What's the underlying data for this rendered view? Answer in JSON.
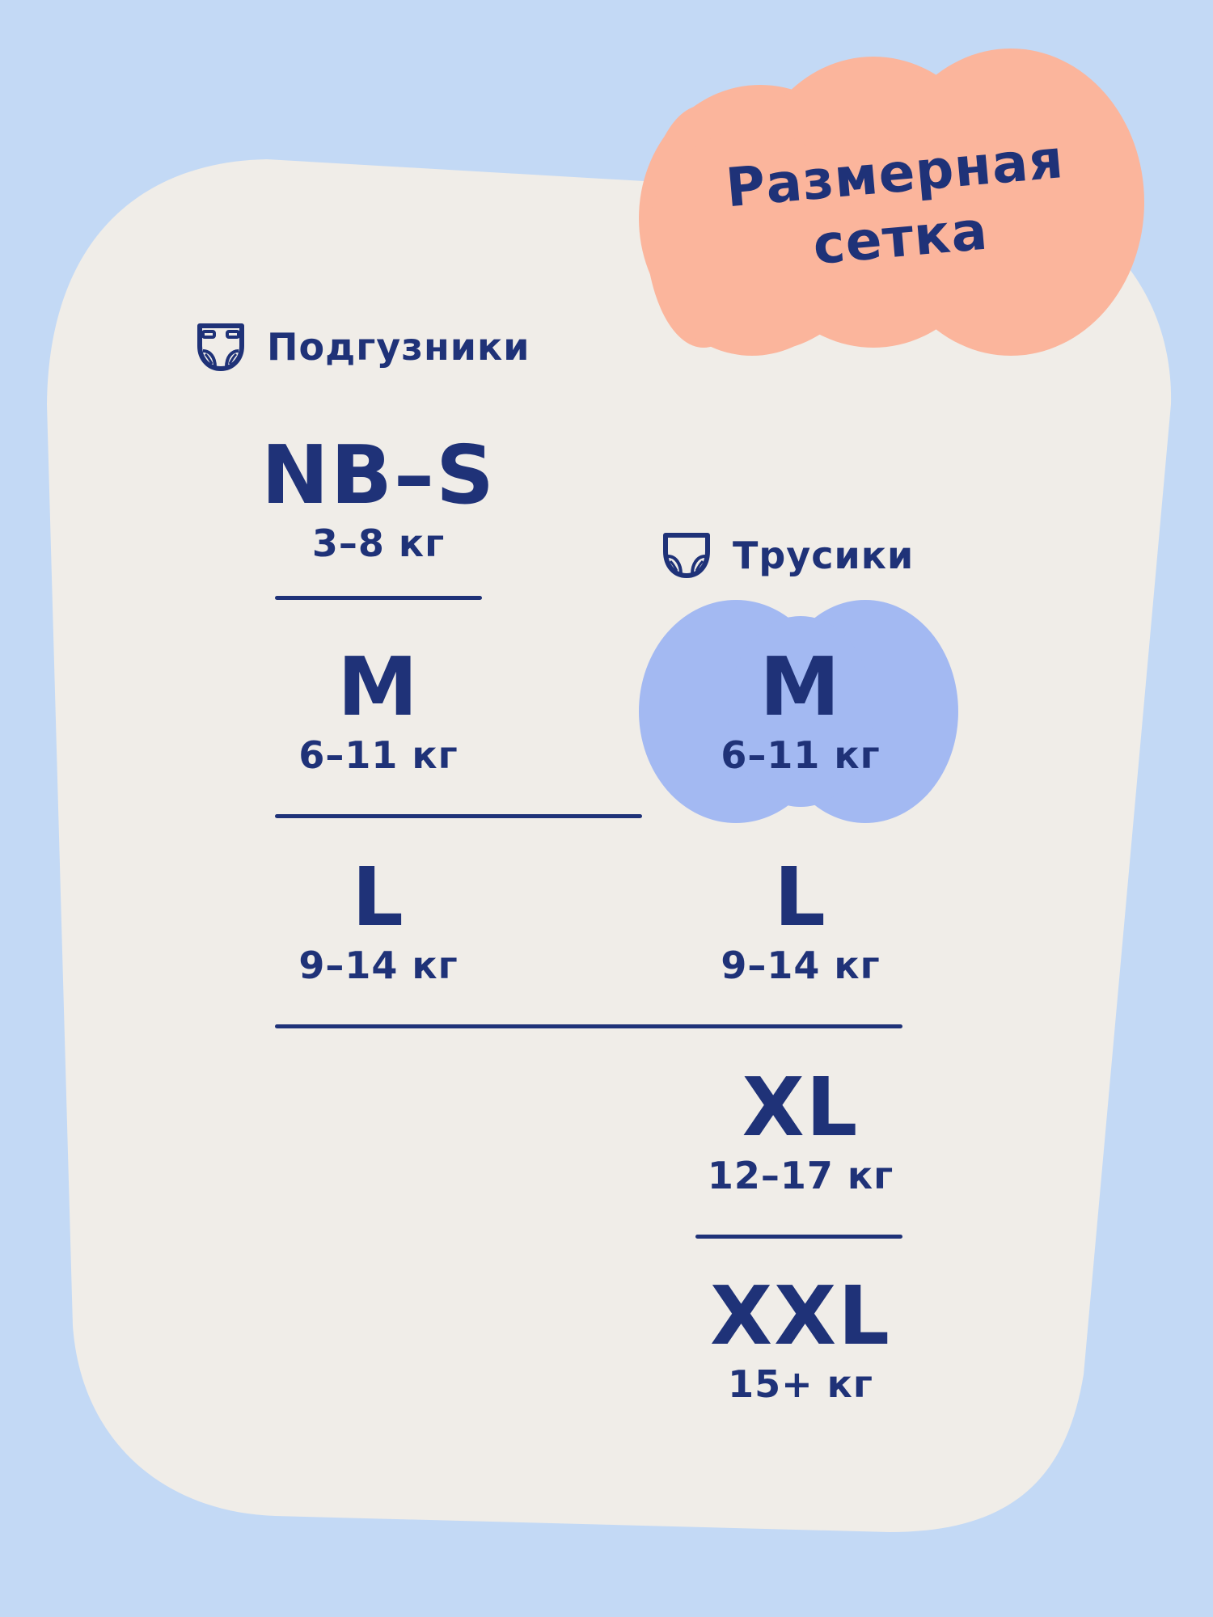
{
  "title": {
    "line1": "Размерная",
    "line2": "сетка"
  },
  "colors": {
    "background": "#c3d9f5",
    "card": "#f0ede8",
    "title_blob": "#fbb59c",
    "highlight_blob": "#a3b9f2",
    "text": "#1f3278"
  },
  "diapers": {
    "label": "Подгузники",
    "icon": "diaper-icon",
    "sizes": [
      {
        "code": "NB–S",
        "weight": "3–8 кг"
      },
      {
        "code": "M",
        "weight": "6–11 кг"
      },
      {
        "code": "L",
        "weight": "9–14 кг"
      }
    ]
  },
  "pants": {
    "label": "Трусики",
    "icon": "pants-icon",
    "sizes": [
      {
        "code": "M",
        "weight": "6–11 кг",
        "highlighted": true
      },
      {
        "code": "L",
        "weight": "9–14 кг"
      },
      {
        "code": "XL",
        "weight": "12–17 кг"
      },
      {
        "code": "XXL",
        "weight": "15+ кг"
      }
    ]
  }
}
